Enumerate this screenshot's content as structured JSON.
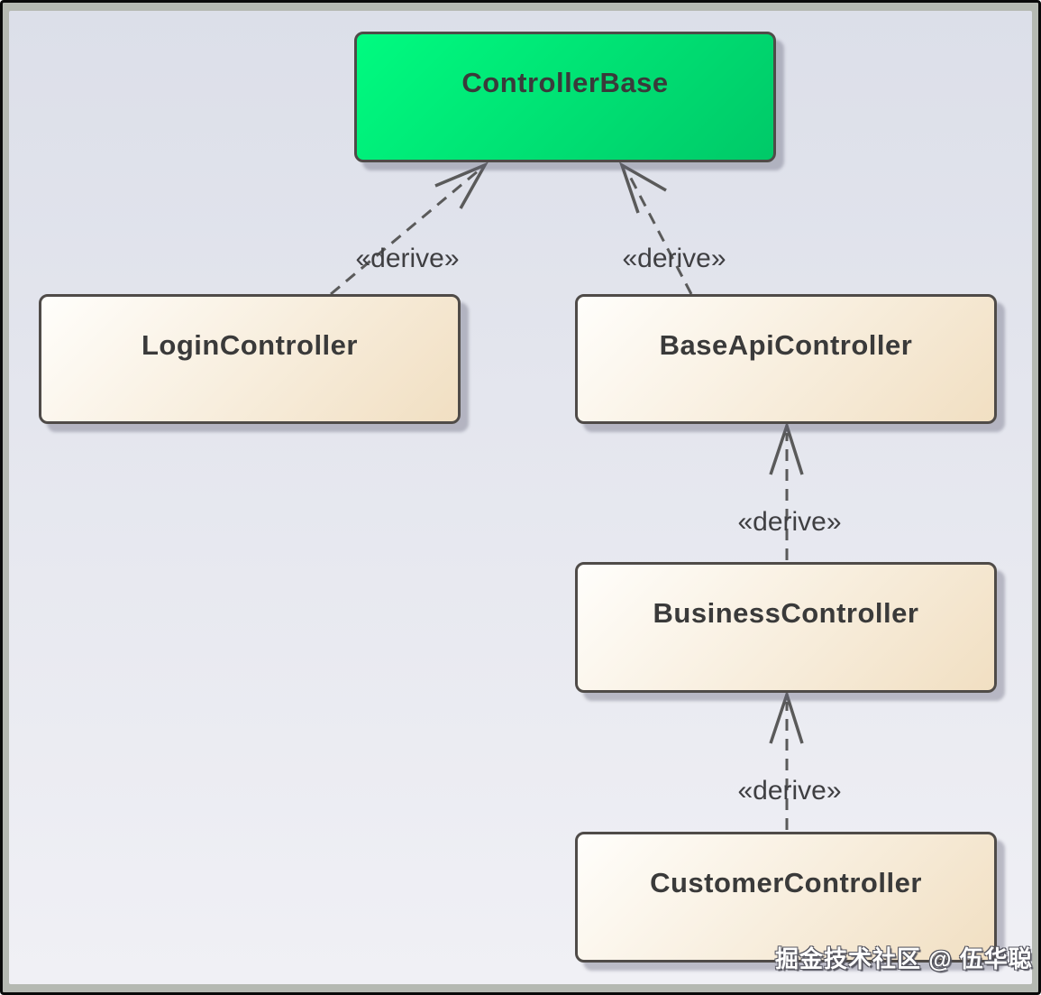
{
  "diagram": {
    "type": "uml-class-diagram",
    "nodes": [
      {
        "id": "controller-base",
        "label": "ControllerBase",
        "role": "base-class",
        "fill": "green"
      },
      {
        "id": "login-controller",
        "label": "LoginController",
        "role": "derived-class",
        "fill": "cream"
      },
      {
        "id": "base-api-controller",
        "label": "BaseApiController",
        "role": "derived-class",
        "fill": "cream"
      },
      {
        "id": "business-controller",
        "label": "BusinessController",
        "role": "derived-class",
        "fill": "cream"
      },
      {
        "id": "customer-controller",
        "label": "CustomerController",
        "role": "derived-class",
        "fill": "cream"
      }
    ],
    "edges": [
      {
        "from": "LoginController",
        "to": "ControllerBase",
        "stereotype": "derive",
        "label": "«derive»",
        "style": "dashed-open-arrow"
      },
      {
        "from": "BaseApiController",
        "to": "ControllerBase",
        "stereotype": "derive",
        "label": "«derive»",
        "style": "dashed-open-arrow"
      },
      {
        "from": "BusinessController",
        "to": "BaseApiController",
        "stereotype": "derive",
        "label": "«derive»",
        "style": "dashed-open-arrow"
      },
      {
        "from": "CustomerController",
        "to": "BusinessController",
        "stereotype": "derive",
        "label": "«derive»",
        "style": "dashed-open-arrow"
      }
    ]
  },
  "watermark": "掘金技术社区 @ 伍华聪",
  "colors": {
    "node-green-start": "#00fb80",
    "node-green-end": "#00c968",
    "node-cream-start": "#fffefb",
    "node-cream-end": "#f1dfc2",
    "node-border": "#4f4b48",
    "node-text": "#3a3a3a",
    "edge-stroke": "#5a5a5a",
    "edge-label": "#3f3f42",
    "bg-top": "#dcdfe9",
    "bg-bottom": "#f0f0f5",
    "frame-outer": "#0a0a0a",
    "frame-inner": "#b5b9b2"
  }
}
